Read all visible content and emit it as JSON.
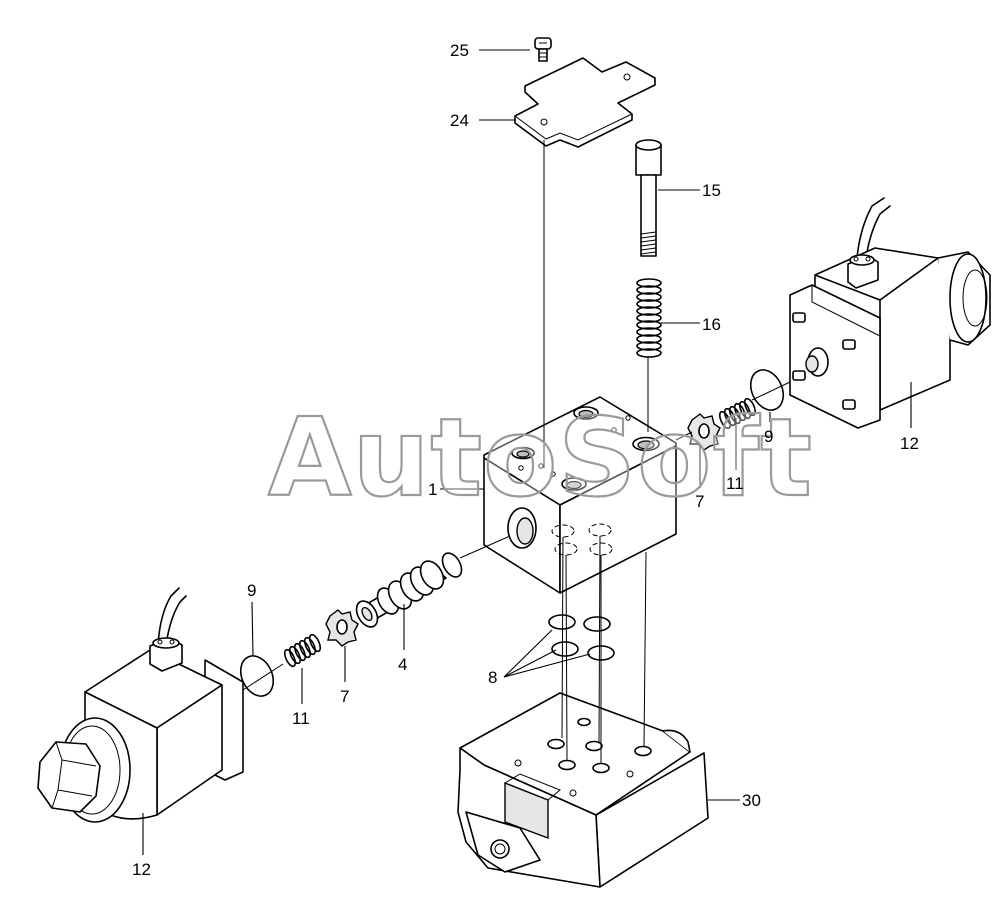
{
  "watermark": "AutoSoft",
  "callouts": {
    "c25": "25",
    "c24": "24",
    "c15": "15",
    "c16": "16",
    "c1": "1",
    "c7_right": "7",
    "c11_right": "11",
    "c9_right": "9",
    "c12_right": "12",
    "c9_left": "9",
    "c11_left": "11",
    "c7_left": "7",
    "c4": "4",
    "c8": "8",
    "c30": "30",
    "c12_left": "12"
  }
}
